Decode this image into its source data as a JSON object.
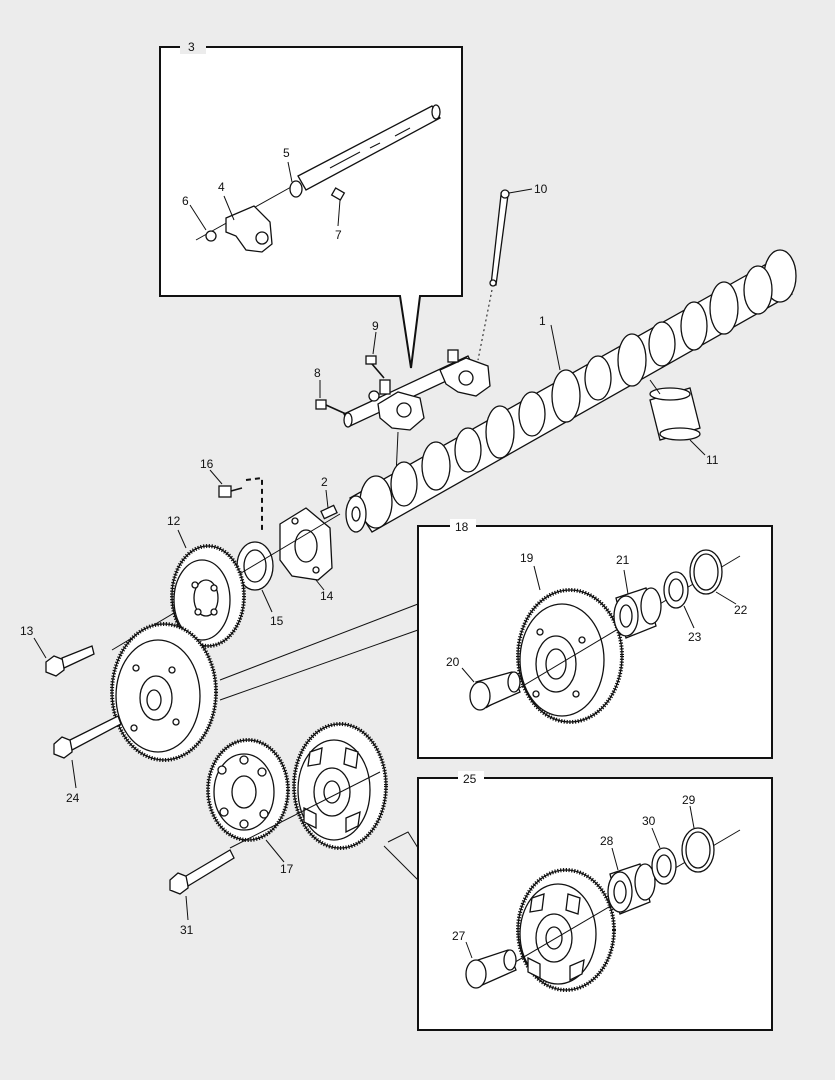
{
  "callouts": {
    "p1": "1",
    "p2": "2",
    "p3": "3",
    "p4": "4",
    "p5": "5",
    "p6": "6",
    "p7": "7",
    "p8": "8",
    "p9": "9",
    "p10": "10",
    "p11": "11",
    "p12": "12",
    "p13": "13",
    "p14": "14",
    "p15": "15",
    "p16": "16",
    "p17": "17",
    "p18": "18",
    "p19": "19",
    "p20": "20",
    "p21": "21",
    "p22": "22",
    "p23": "23",
    "p24": "24",
    "p25": "25",
    "p27": "27",
    "p28": "28",
    "p29": "29",
    "p30": "30",
    "p31": "31"
  }
}
